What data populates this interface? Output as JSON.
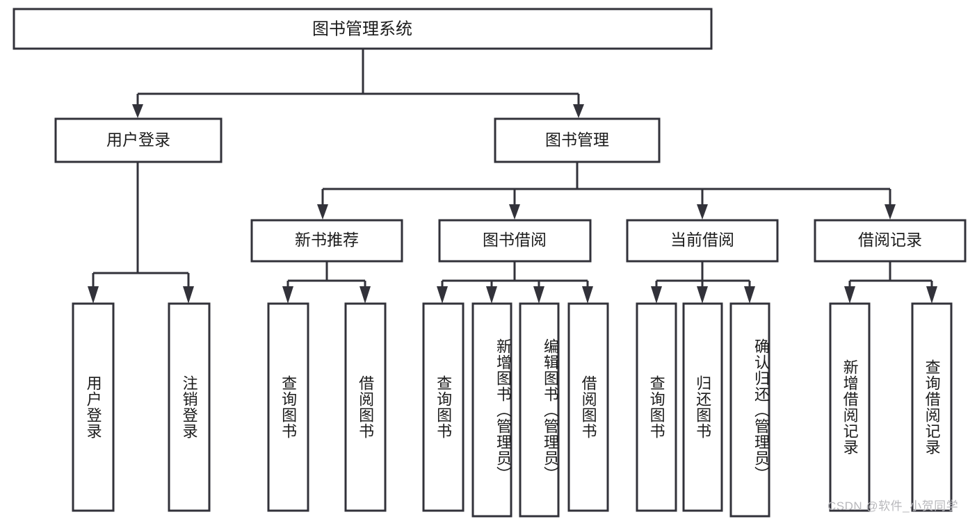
{
  "diagram": {
    "type": "tree",
    "title": "图书管理系统",
    "watermark": "CSDN @软件_小贺同学",
    "colors": {
      "stroke": "#32323a",
      "fill": "#ffffff",
      "text": "#1b1b1b",
      "watermark": "#b8b8bc"
    },
    "root": {
      "label": "图书管理系统"
    },
    "level2": [
      {
        "id": "user-login",
        "label": "用户登录"
      },
      {
        "id": "book-manage",
        "label": "图书管理"
      }
    ],
    "level3": [
      {
        "id": "new-book-recommend",
        "label": "新书推荐"
      },
      {
        "id": "book-borrow",
        "label": "图书借阅"
      },
      {
        "id": "current-borrow",
        "label": "当前借阅"
      },
      {
        "id": "borrow-record",
        "label": "借阅记录"
      }
    ],
    "leaves": {
      "user_login": [
        {
          "id": "leaf-user-login",
          "label": "用户登录"
        },
        {
          "id": "leaf-logout-login",
          "label": "注销登录"
        }
      ],
      "new_book_recommend": [
        {
          "id": "leaf-query-book-1",
          "label": "查询图书"
        },
        {
          "id": "leaf-borrow-book-1",
          "label": "借阅图书"
        }
      ],
      "book_borrow": [
        {
          "id": "leaf-query-book-2",
          "label": "查询图书"
        },
        {
          "id": "leaf-add-book-admin",
          "label": "新增图书（管理员）"
        },
        {
          "id": "leaf-edit-book-admin",
          "label": "编辑图书（管理员）"
        },
        {
          "id": "leaf-borrow-book-2",
          "label": "借阅图书"
        }
      ],
      "current_borrow": [
        {
          "id": "leaf-query-book-3",
          "label": "查询图书"
        },
        {
          "id": "leaf-return-book",
          "label": "归还图书"
        },
        {
          "id": "leaf-confirm-return-admin",
          "label": "确认归还（管理员）"
        }
      ],
      "borrow_record": [
        {
          "id": "leaf-add-borrow-record",
          "label": "新增借阅记录"
        },
        {
          "id": "leaf-query-borrow-record",
          "label": "查询借阅记录"
        }
      ]
    }
  }
}
